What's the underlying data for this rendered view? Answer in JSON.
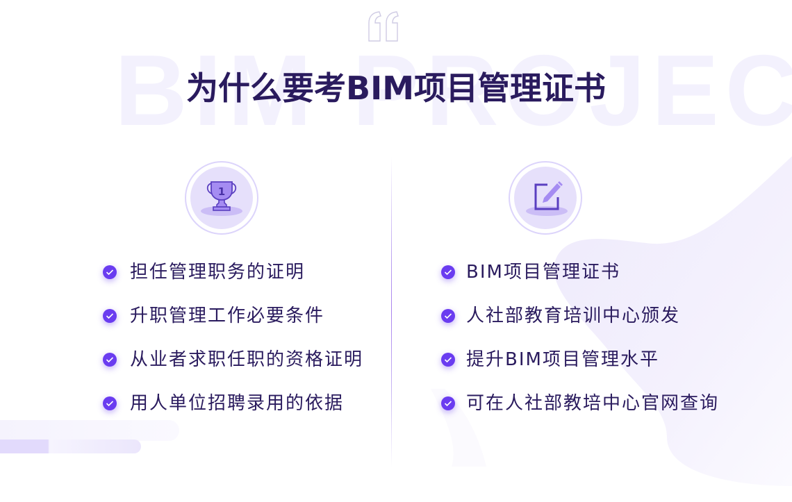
{
  "watermark": "BIM PROJECT",
  "title": "为什么要考BIM项目管理证书",
  "left_column": {
    "icon": "trophy-icon",
    "badge_number": "1",
    "items": [
      {
        "label": "担任管理职务的证明"
      },
      {
        "label": "升职管理工作必要条件"
      },
      {
        "label": "从业者求职任职的资格证明"
      },
      {
        "label": "用人单位招聘录用的依据"
      }
    ]
  },
  "right_column": {
    "icon": "edit-icon",
    "items": [
      {
        "label": "BIM项目管理证书"
      },
      {
        "label": "人社部教育培训中心颁发"
      },
      {
        "label": "提升BIM项目管理水平"
      },
      {
        "label": "可在人社部教培中心官网查询"
      }
    ]
  },
  "colors": {
    "title": "#2a1b5e",
    "accent": "#6a3cf0",
    "badge_fill": "#e6e0fb",
    "icon_fill": "#a58cf2",
    "icon_stroke": "#5a3fc0",
    "watermark": "#f3f1fd"
  }
}
